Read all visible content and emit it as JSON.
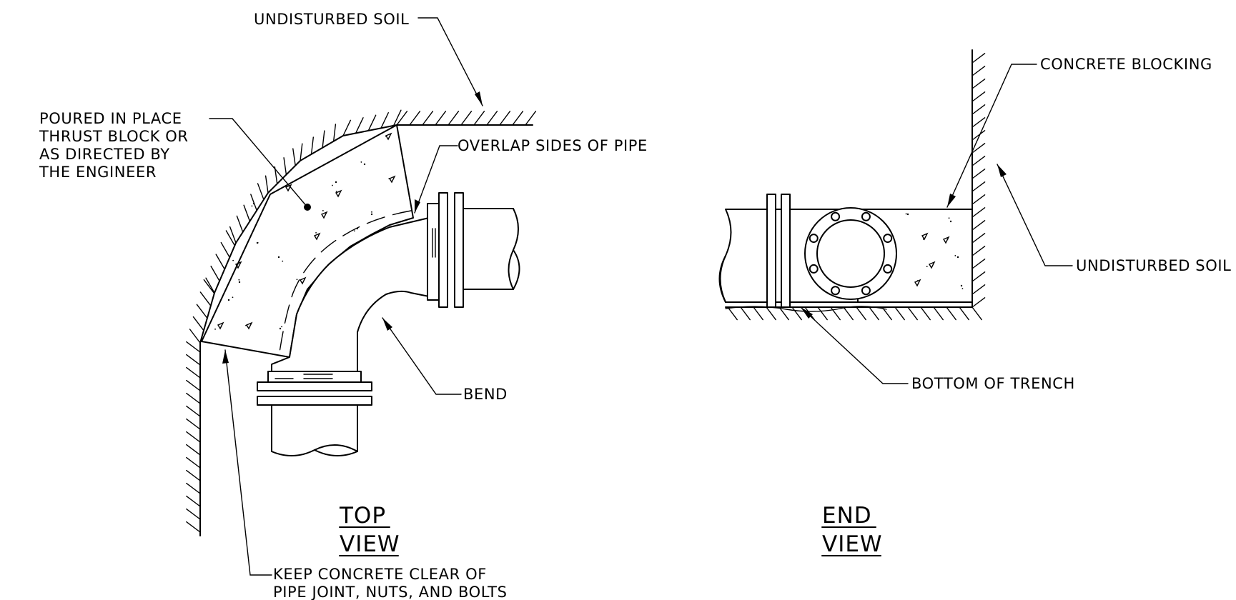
{
  "labels": {
    "undisturbed_soil_top": "UNDISTURBED SOIL",
    "thrust_block_line1": "POURED IN PLACE",
    "thrust_block_line2": "THRUST BLOCK OR",
    "thrust_block_line3": "AS DIRECTED BY",
    "thrust_block_line4": "THE ENGINEER",
    "overlap": "OVERLAP SIDES OF PIPE",
    "bend": "BEND",
    "keep_clear_line1": "KEEP CONCRETE CLEAR  OF",
    "keep_clear_line2": "PIPE JOINT, NUTS, AND BOLTS",
    "top_view_line1": "TOP",
    "top_view_line2": "VIEW",
    "concrete_blocking": "CONCRETE BLOCKING",
    "undisturbed_soil_end": "UNDISTURBED SOIL",
    "bottom_of_trench": "BOTTOM OF TRENCH",
    "end_view_line1": "END",
    "end_view_line2": "VIEW"
  },
  "colors": {
    "ink": "#000000",
    "paper": "#ffffff"
  }
}
